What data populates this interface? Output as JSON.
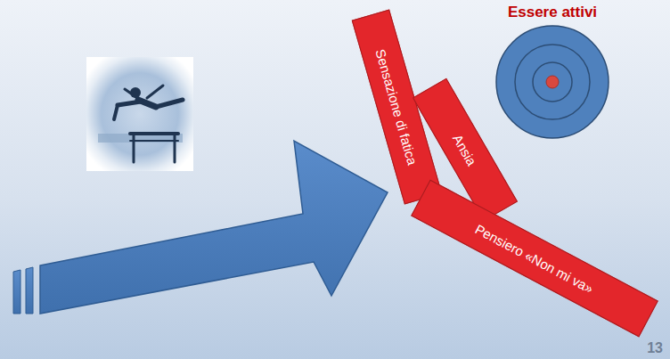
{
  "diagram": {
    "nodes": [
      {
        "text": [
          "Sensazione di fatica"
        ]
      },
      {
        "text": [
          "Ansia"
        ]
      },
      {
        "text": [
          "Pensiero «Non mi va»"
        ]
      },
      {
        "text": [
          "Essere attivi"
        ]
      }
    ],
    "labels": [
      "13"
    ]
  }
}
